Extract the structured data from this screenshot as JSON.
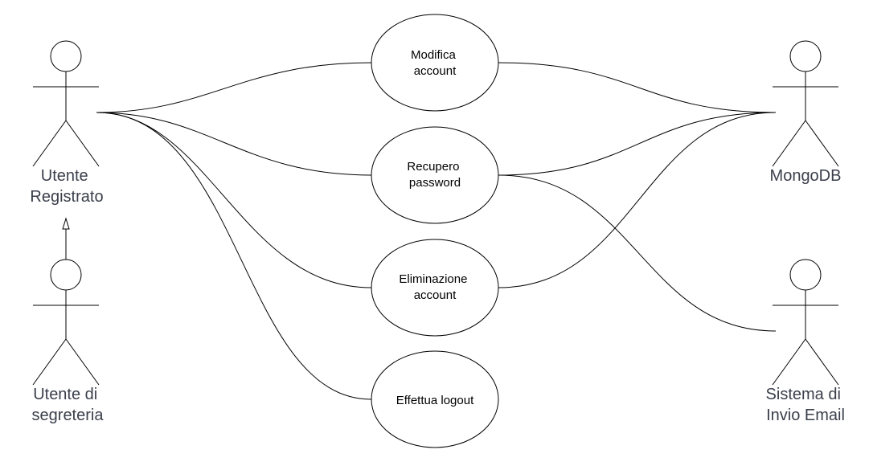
{
  "actors": {
    "utente_registrato": [
      "Utente",
      "Registrato"
    ],
    "utente_segreteria": [
      "Utente di",
      "segreteria"
    ],
    "mongodb": [
      "MongoDB"
    ],
    "sistema_email": [
      "Sistema di",
      "Invio Email"
    ]
  },
  "use_cases": {
    "modifica_account": [
      "Modifica",
      "account"
    ],
    "recupero_password": [
      "Recupero",
      "password"
    ],
    "eliminazione_account": [
      "Eliminazione",
      "account"
    ],
    "effettua_logout": [
      "Effettua logout"
    ]
  },
  "colors": {
    "stroke": "#000000",
    "actor_text": "#3a3f4b",
    "background": "#ffffff"
  }
}
